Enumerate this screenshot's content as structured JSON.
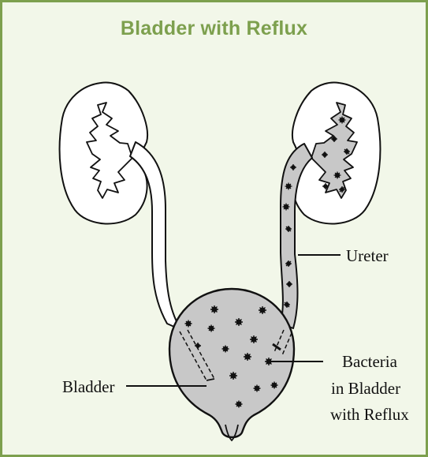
{
  "title": "Bladder with Reflux",
  "colors": {
    "frame_background": "#f2f7e9",
    "frame_border": "#7da04e",
    "title": "#7da04e",
    "line": "#111111",
    "fill_reflux": "#c8c8c8",
    "bacteria": "#111111"
  },
  "labels": {
    "ureter": "Ureter",
    "bladder": "Bladder",
    "bacteria_line1": "Bacteria",
    "bacteria_line2": "in Bladder",
    "bacteria_line3": "with Reflux"
  },
  "icons": {
    "bacteria": "bacteria-icon"
  }
}
